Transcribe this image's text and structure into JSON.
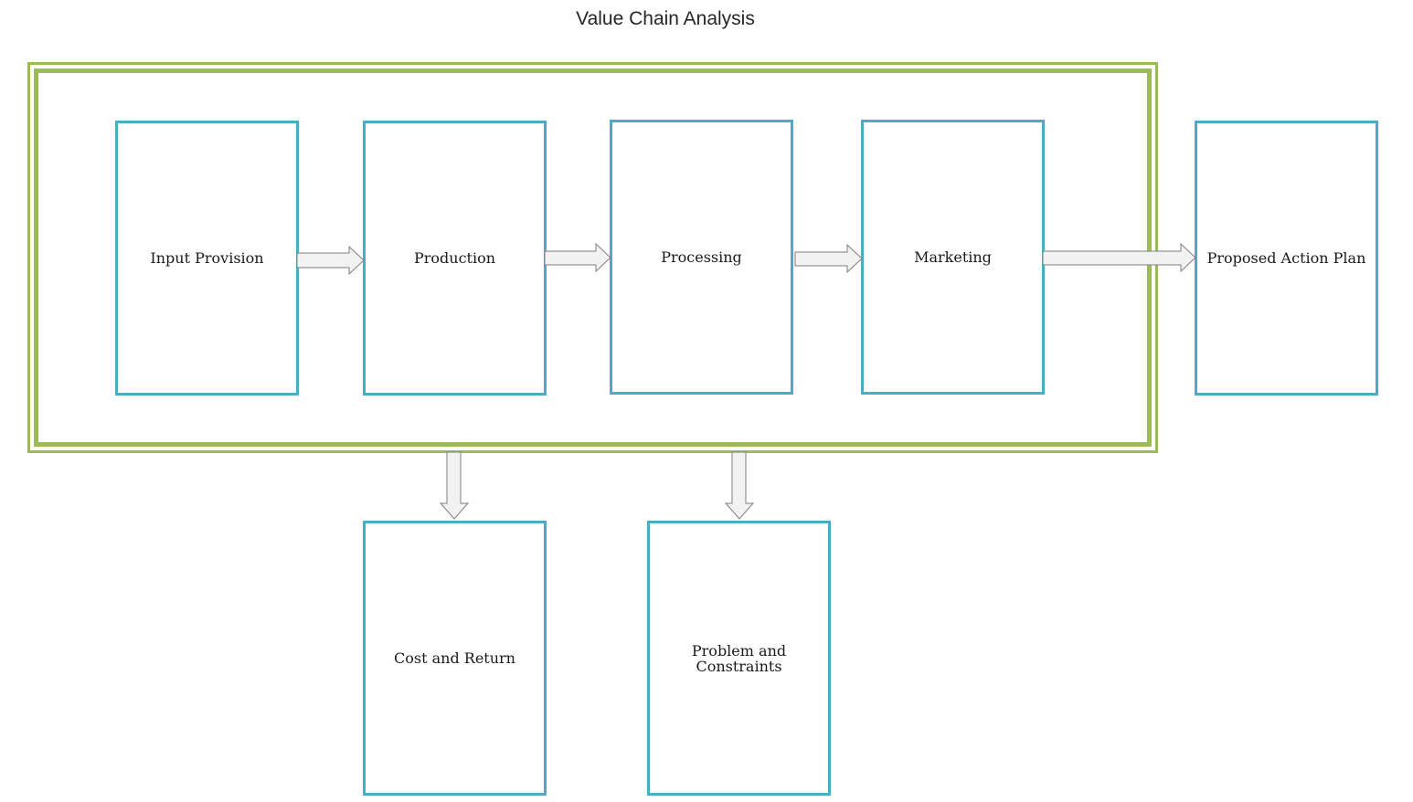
{
  "title": "Value Chain Analysis",
  "colors": {
    "frame": "#9bbb59",
    "box_border": "#4bacc6",
    "arrow_fill": "#f2f2f2",
    "arrow_stroke": "#7f7f7f"
  },
  "chain": [
    {
      "id": "input-provision",
      "label": "Input Provision"
    },
    {
      "id": "production",
      "label": "Production"
    },
    {
      "id": "processing",
      "label": "Processing"
    },
    {
      "id": "marketing",
      "label": "Marketing"
    }
  ],
  "action_plan": {
    "label": "Proposed Action Plan"
  },
  "outputs": [
    {
      "id": "cost-and-return",
      "label": "Cost and Return"
    },
    {
      "id": "problem-and-constraints",
      "label": "Problem and\nConstraints"
    }
  ]
}
